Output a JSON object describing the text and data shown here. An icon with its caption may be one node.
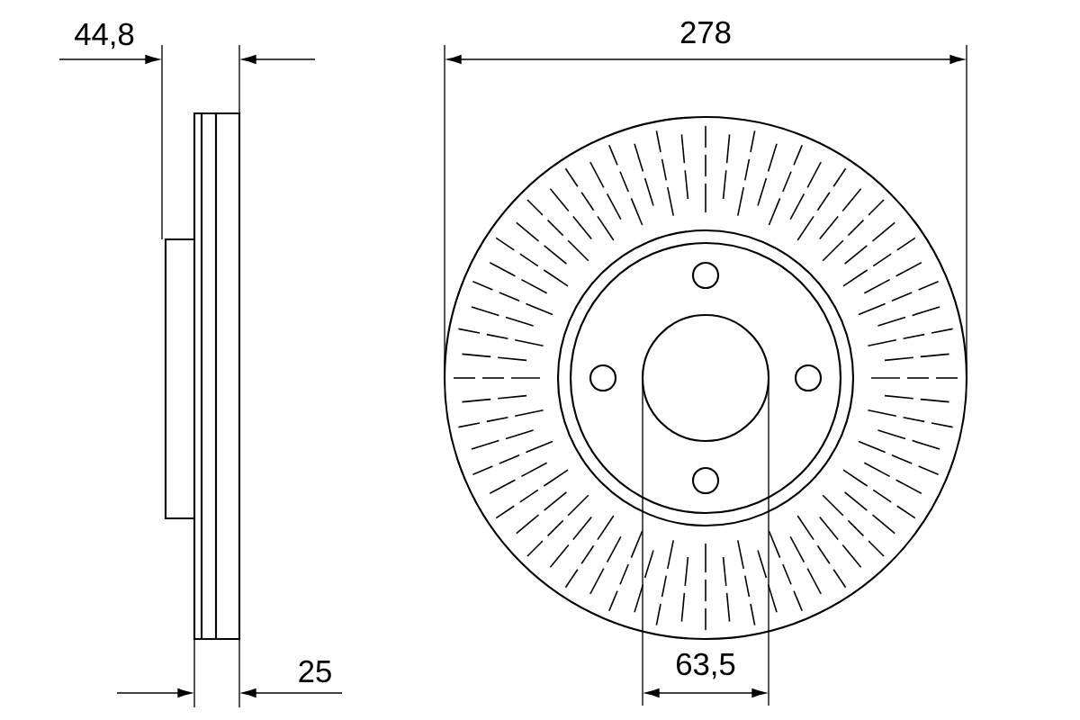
{
  "diagram": {
    "labels": [
      "44,8",
      "278",
      "25",
      "63,5"
    ]
  }
}
